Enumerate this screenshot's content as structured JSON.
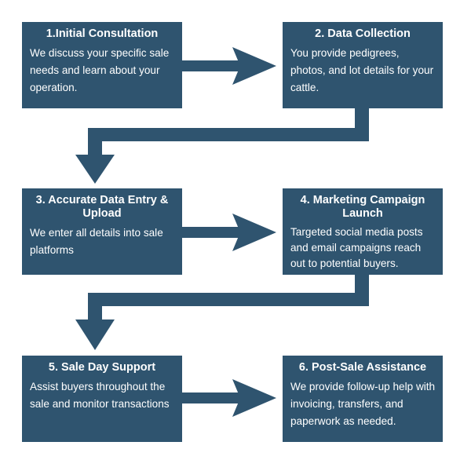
{
  "colors": {
    "box": "#2f546f",
    "arrow": "#2f546f",
    "text": "#ffffff"
  },
  "steps": [
    {
      "title": "1.Initial Consultation",
      "description": "We discuss your specific sale needs and learn about your operation."
    },
    {
      "title": "2. Data Collection",
      "description": "You provide pedigrees, photos, and lot details for your cattle."
    },
    {
      "title": "3. Accurate Data Entry & Upload",
      "description": "We enter all details into sale platforms"
    },
    {
      "title": "4. Marketing Campaign Launch",
      "description": "Targeted social media posts and email campaigns reach out to potential buyers."
    },
    {
      "title": "5. Sale Day Support",
      "description": "Assist buyers throughout the sale and monitor transactions"
    },
    {
      "title": "6. Post-Sale Assistance",
      "description": "We provide follow-up help with invoicing, transfers, and paperwork as needed."
    }
  ]
}
